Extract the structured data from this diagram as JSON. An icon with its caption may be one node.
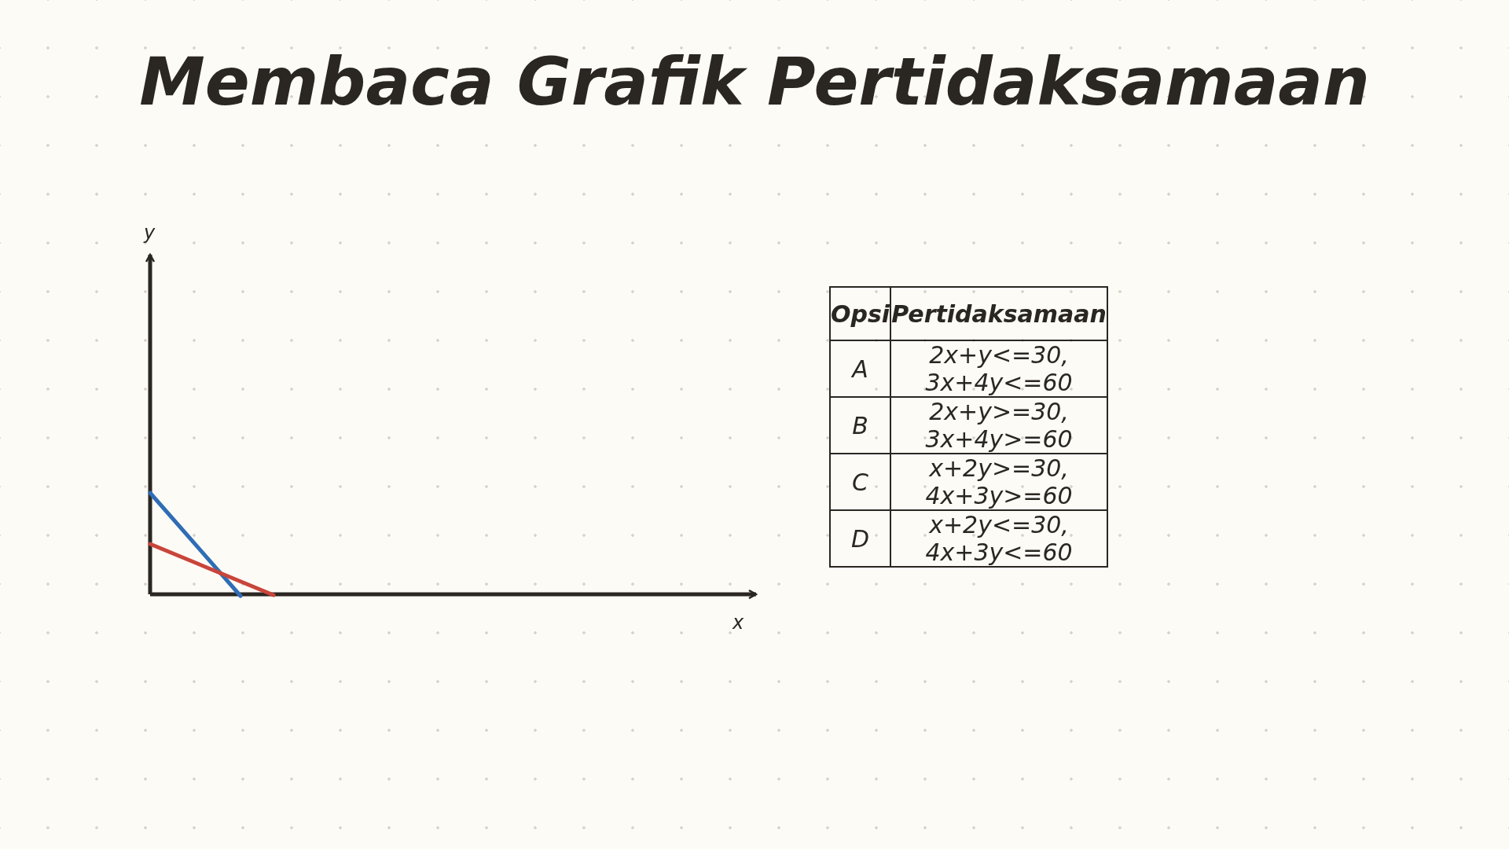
{
  "diagram": {
    "title": "Membaca Grafik Pertidaksamaan",
    "labels": [
      "y",
      "Opsi",
      "Pertidaksamaan",
      "A",
      "2x+y<=30, 3x+4y<=60",
      "B",
      "2x+y>=30, 3x+4y>=60",
      "C",
      "x+2y>=30, 4x+3y>=60",
      "D",
      "x+2y<=30, 4x+3y<=60",
      "x"
    ]
  }
}
